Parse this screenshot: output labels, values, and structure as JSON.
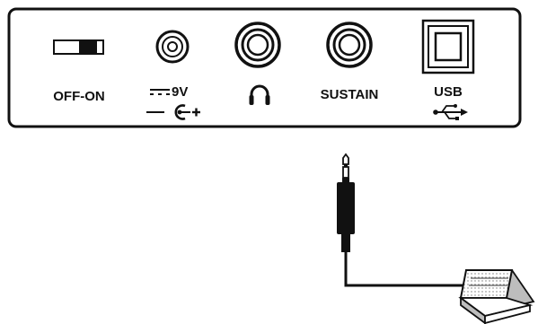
{
  "colors": {
    "ink": "#111111",
    "paper": "#ffffff",
    "pedal_shade": "#bdbdbd"
  },
  "panel": {
    "power": {
      "label": "OFF-ON",
      "icon": "slide-switch-icon"
    },
    "dc_in": {
      "label": "9V",
      "icon": "dc-polarity-icon",
      "polarity_minus": "−",
      "polarity_plus": "+"
    },
    "headphones": {
      "icon": "headphones-icon"
    },
    "sustain": {
      "label": "SUSTAIN",
      "icon": "sustain-jack-icon"
    },
    "usb": {
      "label": "USB",
      "icon": "usb-icon"
    }
  },
  "accessory": {
    "cable": "quarter-inch-jack-cable",
    "pedal": "sustain-pedal"
  }
}
